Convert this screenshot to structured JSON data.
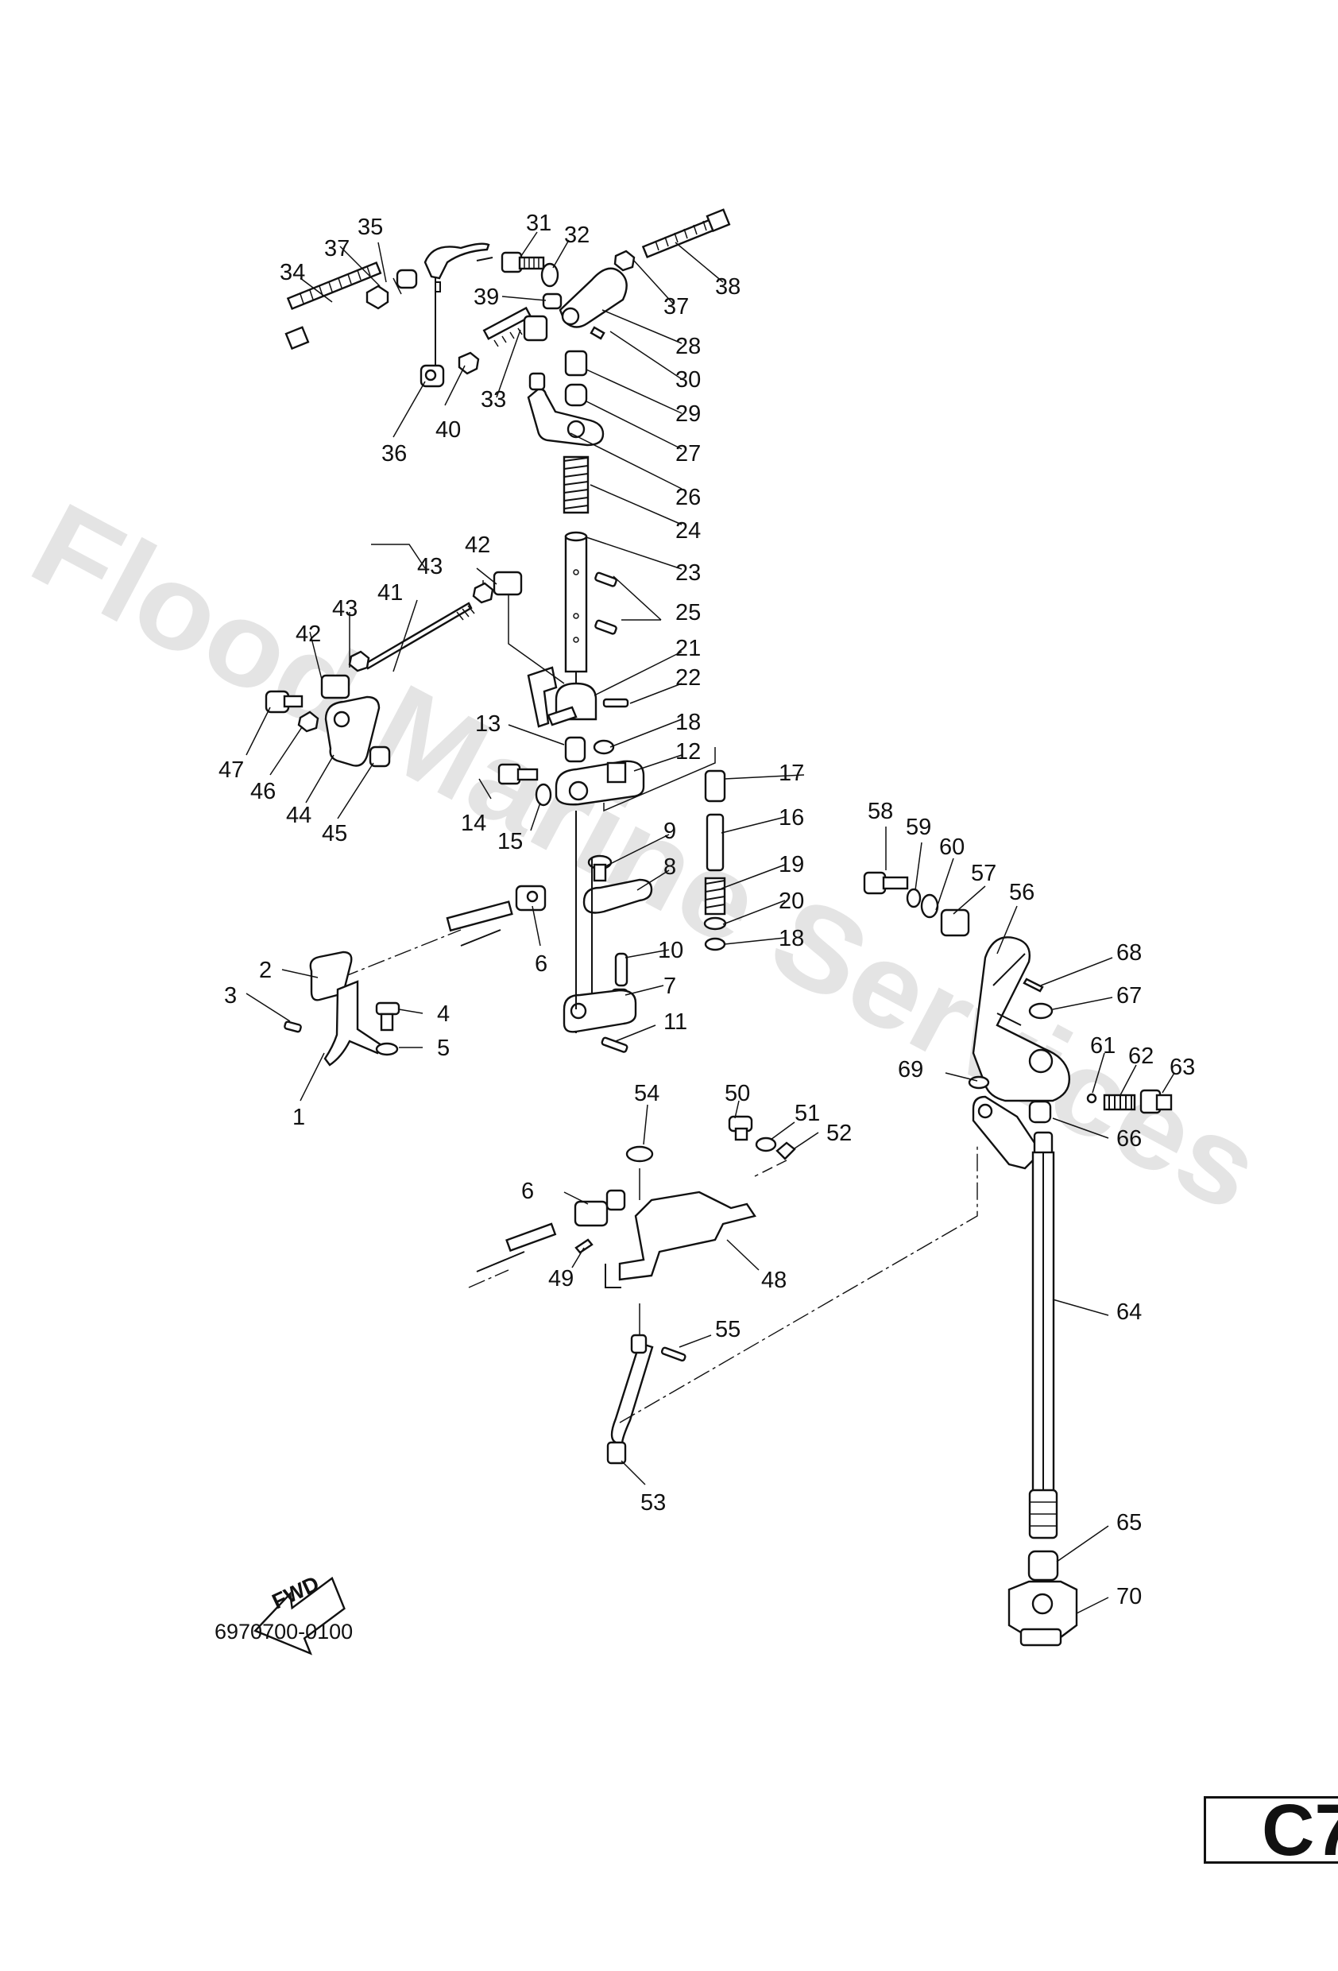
{
  "watermark": "Flood Marine Services",
  "fwd_label": "FWD",
  "diagram_code": "6970700-0100",
  "page_code": "C7",
  "callouts": {
    "c1": "1",
    "c2": "2",
    "c3": "3",
    "c4": "4",
    "c5": "5",
    "c6a": "6",
    "c6b": "6",
    "c7": "7",
    "c8": "8",
    "c9": "9",
    "c10": "10",
    "c11": "11",
    "c12": "12",
    "c13": "13",
    "c14": "14",
    "c15": "15",
    "c16": "16",
    "c17": "17",
    "c18a": "18",
    "c18b": "18",
    "c19": "19",
    "c20": "20",
    "c21": "21",
    "c22": "22",
    "c23": "23",
    "c24": "24",
    "c25": "25",
    "c26": "26",
    "c27": "27",
    "c28": "28",
    "c29": "29",
    "c30": "30",
    "c31": "31",
    "c32": "32",
    "c33": "33",
    "c34": "34",
    "c35": "35",
    "c36": "36",
    "c37a": "37",
    "c37b": "37",
    "c38": "38",
    "c39": "39",
    "c40": "40",
    "c41": "41",
    "c42a": "42",
    "c42b": "42",
    "c43a": "43",
    "c43b": "43",
    "c44": "44",
    "c45": "45",
    "c46": "46",
    "c47": "47",
    "c48": "48",
    "c49": "49",
    "c50": "50",
    "c51": "51",
    "c52": "52",
    "c53": "53",
    "c54": "54",
    "c55": "55",
    "c56": "56",
    "c57": "57",
    "c58": "58",
    "c59": "59",
    "c60": "60",
    "c61": "61",
    "c62": "62",
    "c63": "63",
    "c64": "64",
    "c65": "65",
    "c66": "66",
    "c67": "67",
    "c68": "68",
    "c69": "69",
    "c70": "70"
  }
}
